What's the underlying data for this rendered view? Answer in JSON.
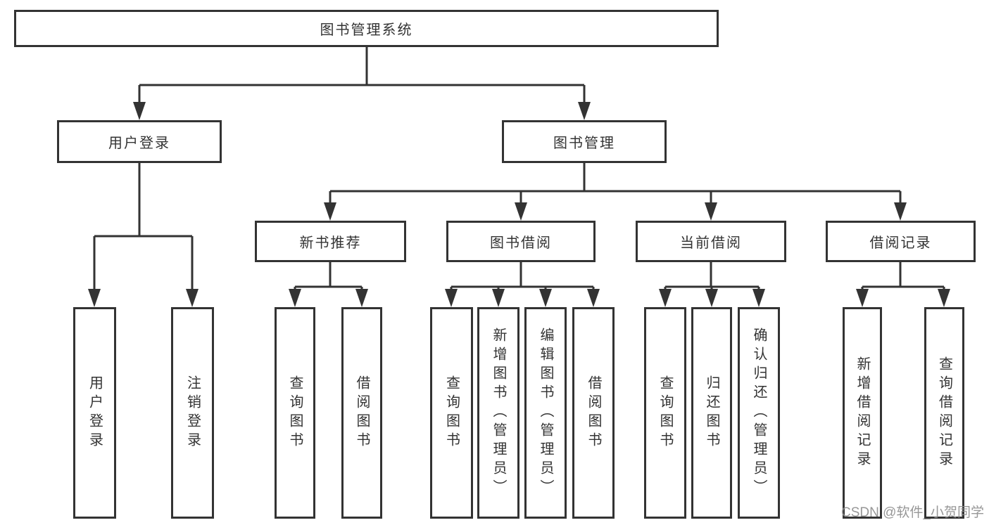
{
  "tree": {
    "root": {
      "label": "图书管理系统",
      "children": [
        {
          "label": "用户登录",
          "children": [
            {
              "label": "用户登录"
            },
            {
              "label": "注销登录"
            }
          ]
        },
        {
          "label": "图书管理",
          "children": [
            {
              "label": "新书推荐",
              "children": [
                {
                  "label": "查询图书"
                },
                {
                  "label": "借阅图书"
                }
              ]
            },
            {
              "label": "图书借阅",
              "children": [
                {
                  "label": "查询图书"
                },
                {
                  "label": "新增图书（管理员）"
                },
                {
                  "label": "编辑图书（管理员）"
                },
                {
                  "label": "借阅图书"
                }
              ]
            },
            {
              "label": "当前借阅",
              "children": [
                {
                  "label": "查询图书"
                },
                {
                  "label": "归还图书"
                },
                {
                  "label": "确认归还（管理员）"
                }
              ]
            },
            {
              "label": "借阅记录",
              "children": [
                {
                  "label": "新增借阅记录"
                },
                {
                  "label": "查询借阅记录"
                }
              ]
            }
          ]
        }
      ]
    }
  },
  "watermark": {
    "text": "CSDN @软件_小贺同学"
  },
  "colors": {
    "line": "#333333",
    "box_border": "#333333",
    "text": "#333333",
    "watermark": "#8c8c8c",
    "background": "#ffffff"
  }
}
